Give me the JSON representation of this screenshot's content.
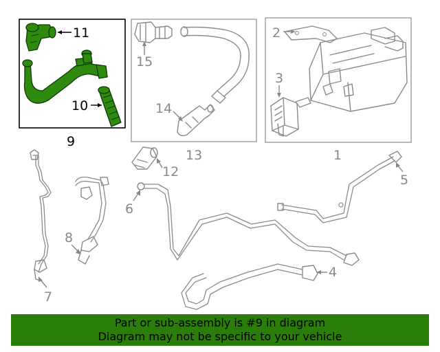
{
  "callouts": {
    "p1": "1",
    "p2": "2",
    "p3": "3",
    "p4": "4",
    "p5": "5",
    "p6": "6",
    "p7": "7",
    "p8": "8",
    "p9": "9",
    "p10": "10",
    "p11": "11",
    "p12": "12",
    "p13": "13",
    "p14": "14",
    "p15": "15"
  },
  "banner": {
    "line1": "Part or sub-assembly is #9 in diagram",
    "line2": "Diagram may not be specific to your vehicle"
  },
  "colors": {
    "highlight_part": "#2e8b0f",
    "banner": "#2b7d0a",
    "line_art": "#8a8a8a"
  }
}
